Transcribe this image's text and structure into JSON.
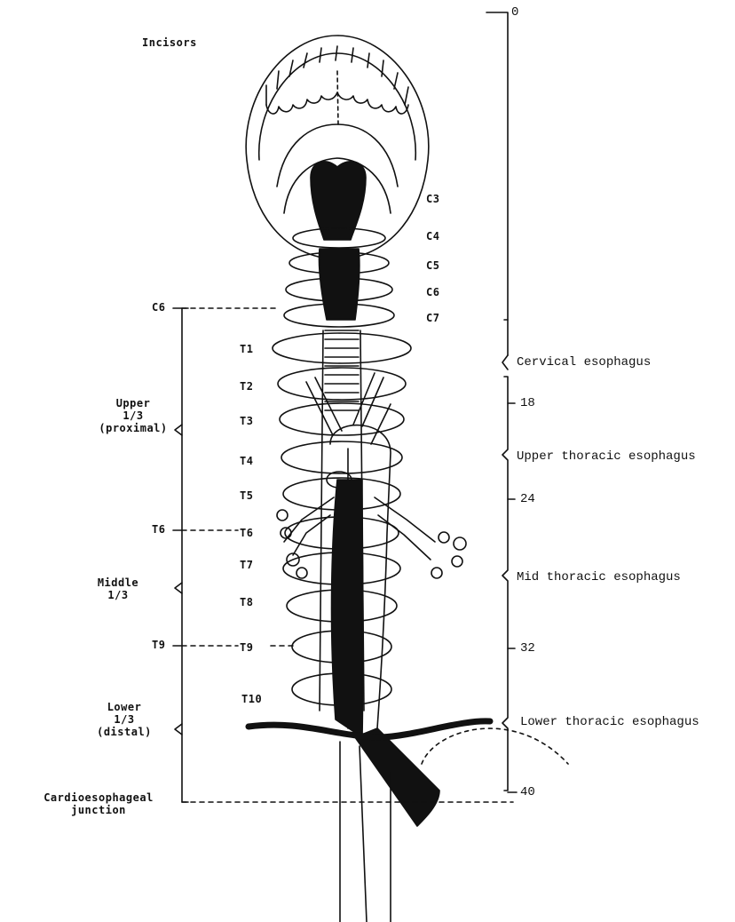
{
  "diagram": {
    "incisors_label": "Incisors",
    "cervical_vertebrae": [
      "C3",
      "C4",
      "C5",
      "C6",
      "C7"
    ],
    "thoracic_vertebrae": [
      "T1",
      "T2",
      "T3",
      "T4",
      "T5",
      "T6",
      "T7",
      "T8",
      "T9",
      "T10"
    ],
    "left_markers": [
      "C6",
      "T6",
      "T9"
    ],
    "left_segments": [
      {
        "line1": "Upper",
        "line2": "1/3",
        "line3": "(proximal)"
      },
      {
        "line1": "Middle",
        "line2": "1/3"
      },
      {
        "line1": "Lower",
        "line2": "1/3",
        "line3": "(distal)"
      }
    ],
    "cardio_label_line1": "Cardioesophageal",
    "cardio_label_line2": "junction",
    "scale_marks": [
      "0",
      "18",
      "24",
      "32",
      "40"
    ],
    "right_sections": [
      "Cervical esophagus",
      "Upper thoracic esophagus",
      "Mid thoracic esophagus",
      "Lower thoracic esophagus"
    ]
  },
  "colors": {
    "ink": "#111111",
    "background": "#ffffff"
  }
}
